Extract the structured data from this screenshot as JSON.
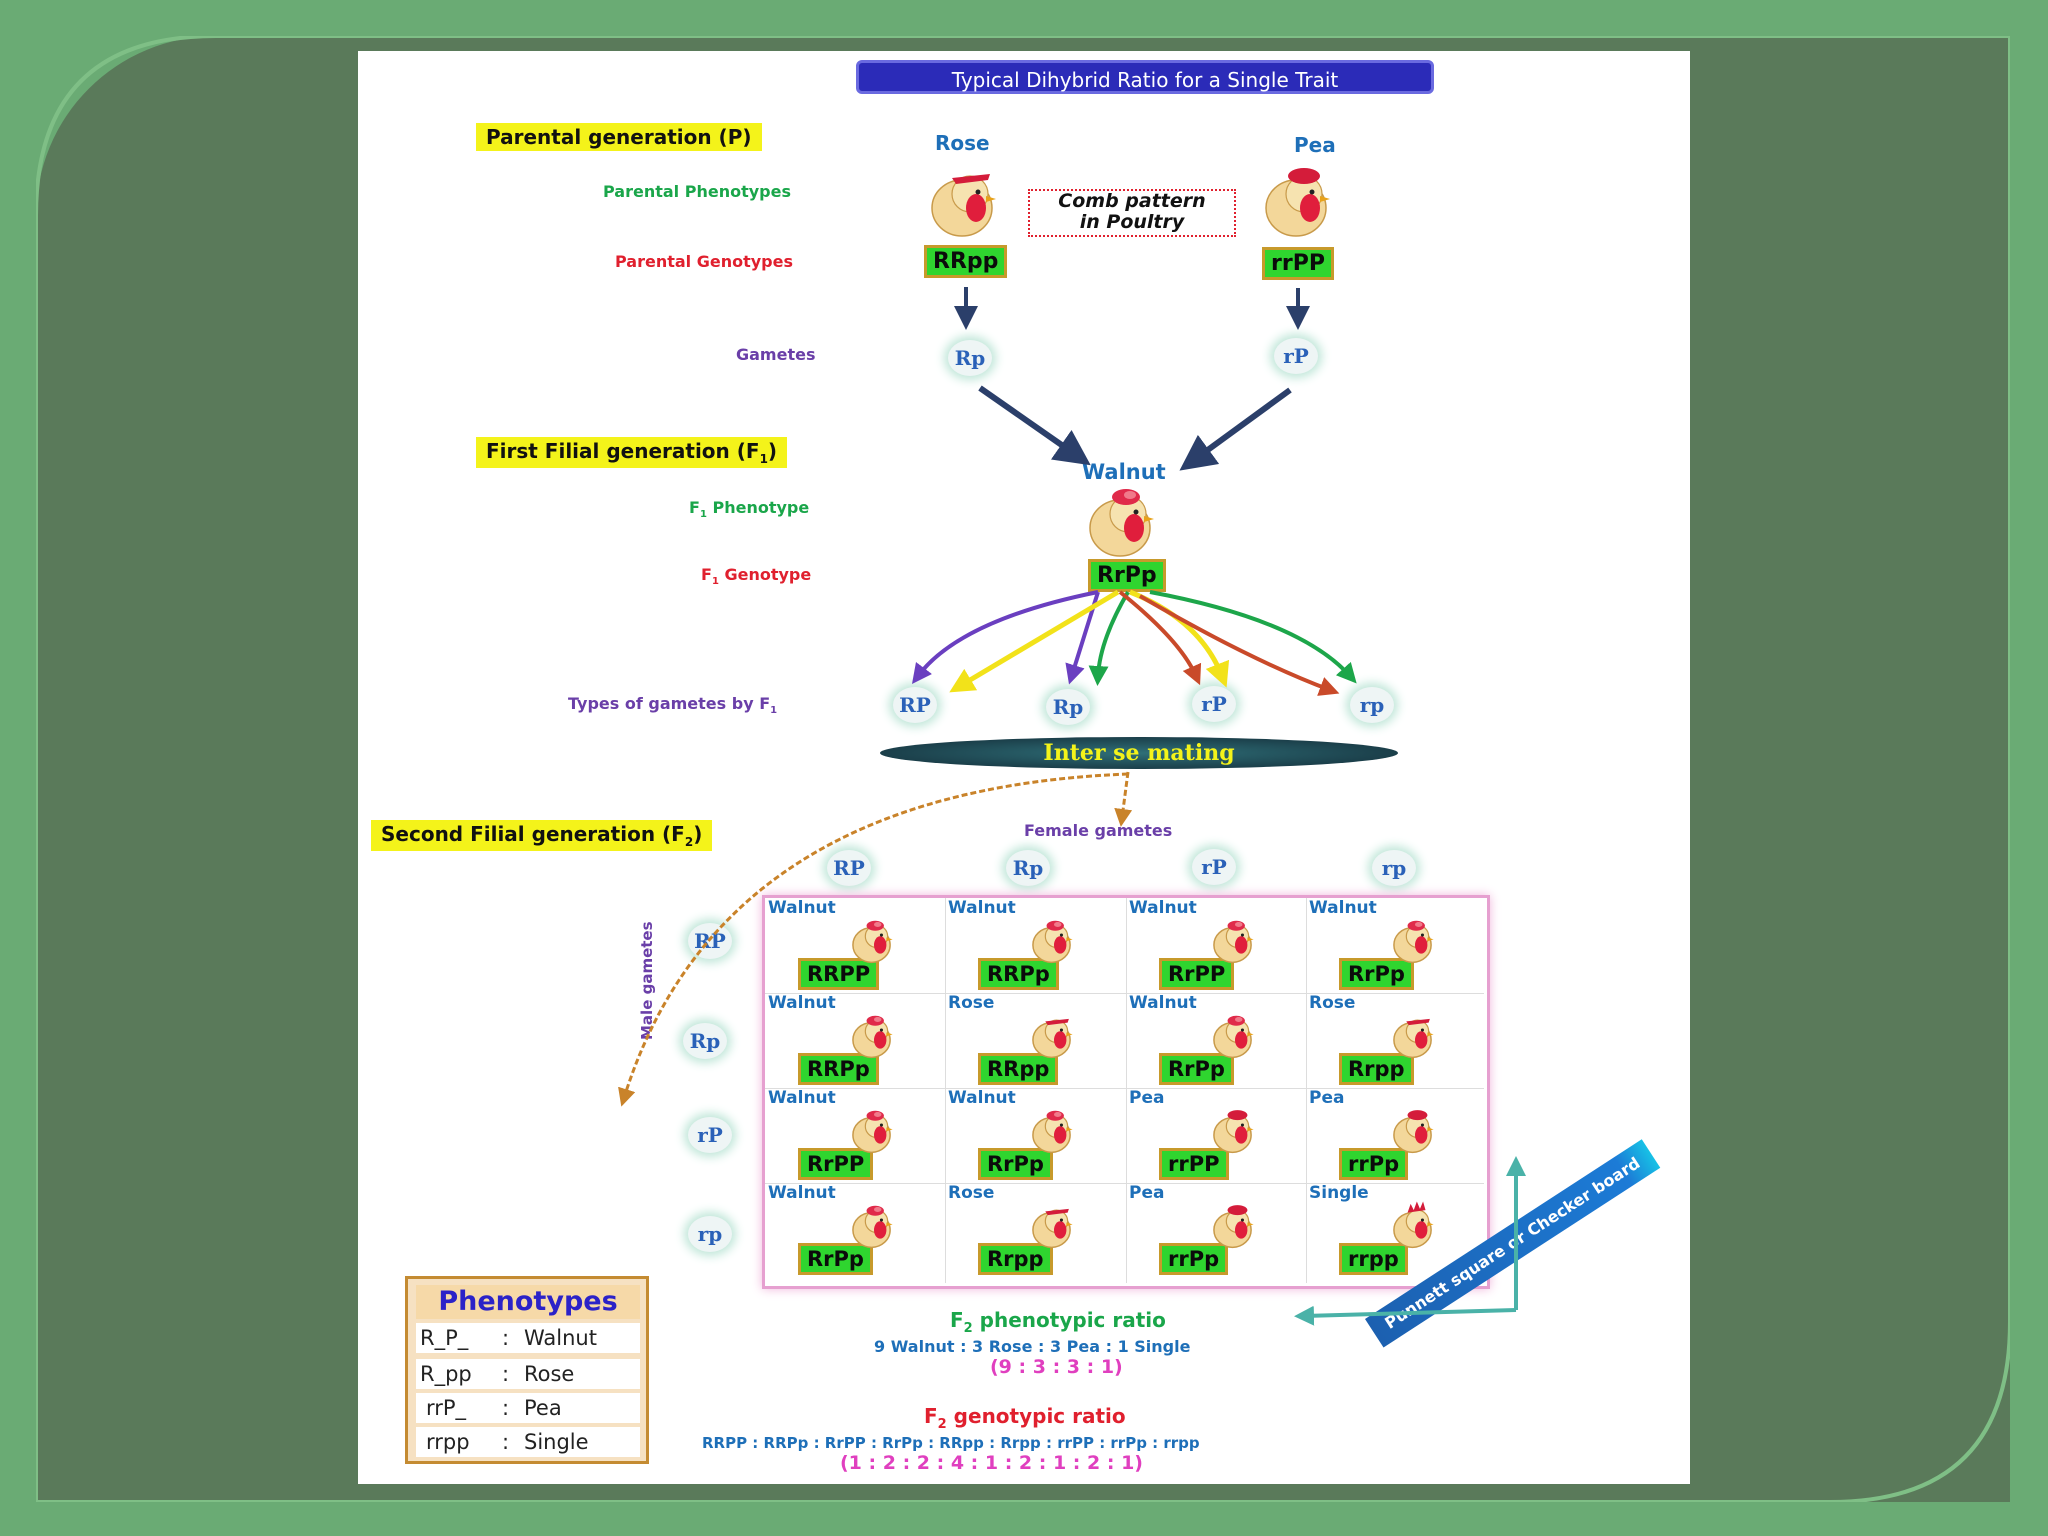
{
  "title": "Typical Dihybrid Ratio for a Single Trait",
  "parental": {
    "heading": "Parental generation (P)",
    "phenotypes_label": "Parental Phenotypes",
    "genotypes_label": "Parental Genotypes",
    "gametes_label": "Gametes",
    "left_name": "Rose",
    "right_name": "Pea",
    "left_genotype": "RRpp",
    "right_genotype": "rrPP",
    "left_gamete": "Rp",
    "right_gamete": "rP",
    "note_line1": "Comb pattern",
    "note_line2": "in Poultry"
  },
  "f1": {
    "heading_main": "First Filial generation (F",
    "heading_sub": "1",
    "heading_close": ")",
    "phenotype_label_pre": "F",
    "phenotype_label_sub": "1",
    "phenotype_label_post": " Phenotype",
    "genotype_label_pre": "F",
    "genotype_label_sub": "1",
    "genotype_label_post": " Genotype",
    "name": "Walnut",
    "genotype": "RrPp",
    "gametes_label_pre": "Types of gametes by F",
    "gametes_label_sub": "1",
    "gametes": [
      "RP",
      "Rp",
      "rP",
      "rp"
    ],
    "mating": "Inter se mating"
  },
  "f2": {
    "heading_main": "Second Filial generation (F",
    "heading_sub": "2",
    "heading_close": ")",
    "female_label": "Female gametes",
    "male_label": "Male gametes",
    "female_gametes": [
      "RP",
      "Rp",
      "rP",
      "rp"
    ],
    "male_gametes": [
      "RP",
      "Rp",
      "rP",
      "rp"
    ],
    "grid": [
      [
        {
          "name": "Walnut",
          "geno": "RRPP"
        },
        {
          "name": "Walnut",
          "geno": "RRPp"
        },
        {
          "name": "Walnut",
          "geno": "RrPP"
        },
        {
          "name": "Walnut",
          "geno": "RrPp"
        }
      ],
      [
        {
          "name": "Walnut",
          "geno": "RRPp"
        },
        {
          "name": "Rose",
          "geno": "RRpp"
        },
        {
          "name": "Walnut",
          "geno": "RrPp"
        },
        {
          "name": "Rose",
          "geno": "Rrpp"
        }
      ],
      [
        {
          "name": "Walnut",
          "geno": "RrPP"
        },
        {
          "name": "Walnut",
          "geno": "RrPp"
        },
        {
          "name": "Pea",
          "geno": "rrPP"
        },
        {
          "name": "Pea",
          "geno": "rrPp"
        }
      ],
      [
        {
          "name": "Walnut",
          "geno": "RrPp"
        },
        {
          "name": "Rose",
          "geno": "Rrpp"
        },
        {
          "name": "Pea",
          "geno": "rrPp"
        },
        {
          "name": "Single",
          "geno": "rrpp"
        }
      ]
    ],
    "punnett_label": "Punnett square or Checker board",
    "pheno_ratio_title_pre": "F",
    "pheno_ratio_title_sub": "2",
    "pheno_ratio_title_post": " phenotypic ratio",
    "pheno_ratio_text": "9 Walnut : 3 Rose : 3 Pea : 1 Single",
    "pheno_ratio_nums": "(9 : 3 : 3 : 1)",
    "geno_ratio_title_pre": "F",
    "geno_ratio_title_sub": "2",
    "geno_ratio_title_post": " genotypic ratio",
    "geno_ratio_text": "RRPP : RRPp : RrPP : RrPp : RRpp : Rrpp : rrPP : rrPp : rrpp",
    "geno_ratio_nums": "(1 : 2 : 2 : 4 : 1 : 2 : 1 : 2 : 1)"
  },
  "legend": {
    "title": "Phenotypes",
    "rows": [
      {
        "geno": "R_P_",
        "sep": ":",
        "name": "Walnut"
      },
      {
        "geno": "R_pp",
        "sep": ":",
        "name": "Rose"
      },
      {
        "geno": "rrP_",
        "sep": ":",
        "name": "Pea"
      },
      {
        "geno": "rrpp",
        "sep": ":",
        "name": "Single"
      }
    ]
  },
  "colors": {
    "outer_bg": "#6aab74",
    "frame_bg": "#5a7a5a",
    "genotype_box": "#2fd52f",
    "highlight": "#f4f31a",
    "title_bg": "#2b2bb8"
  }
}
